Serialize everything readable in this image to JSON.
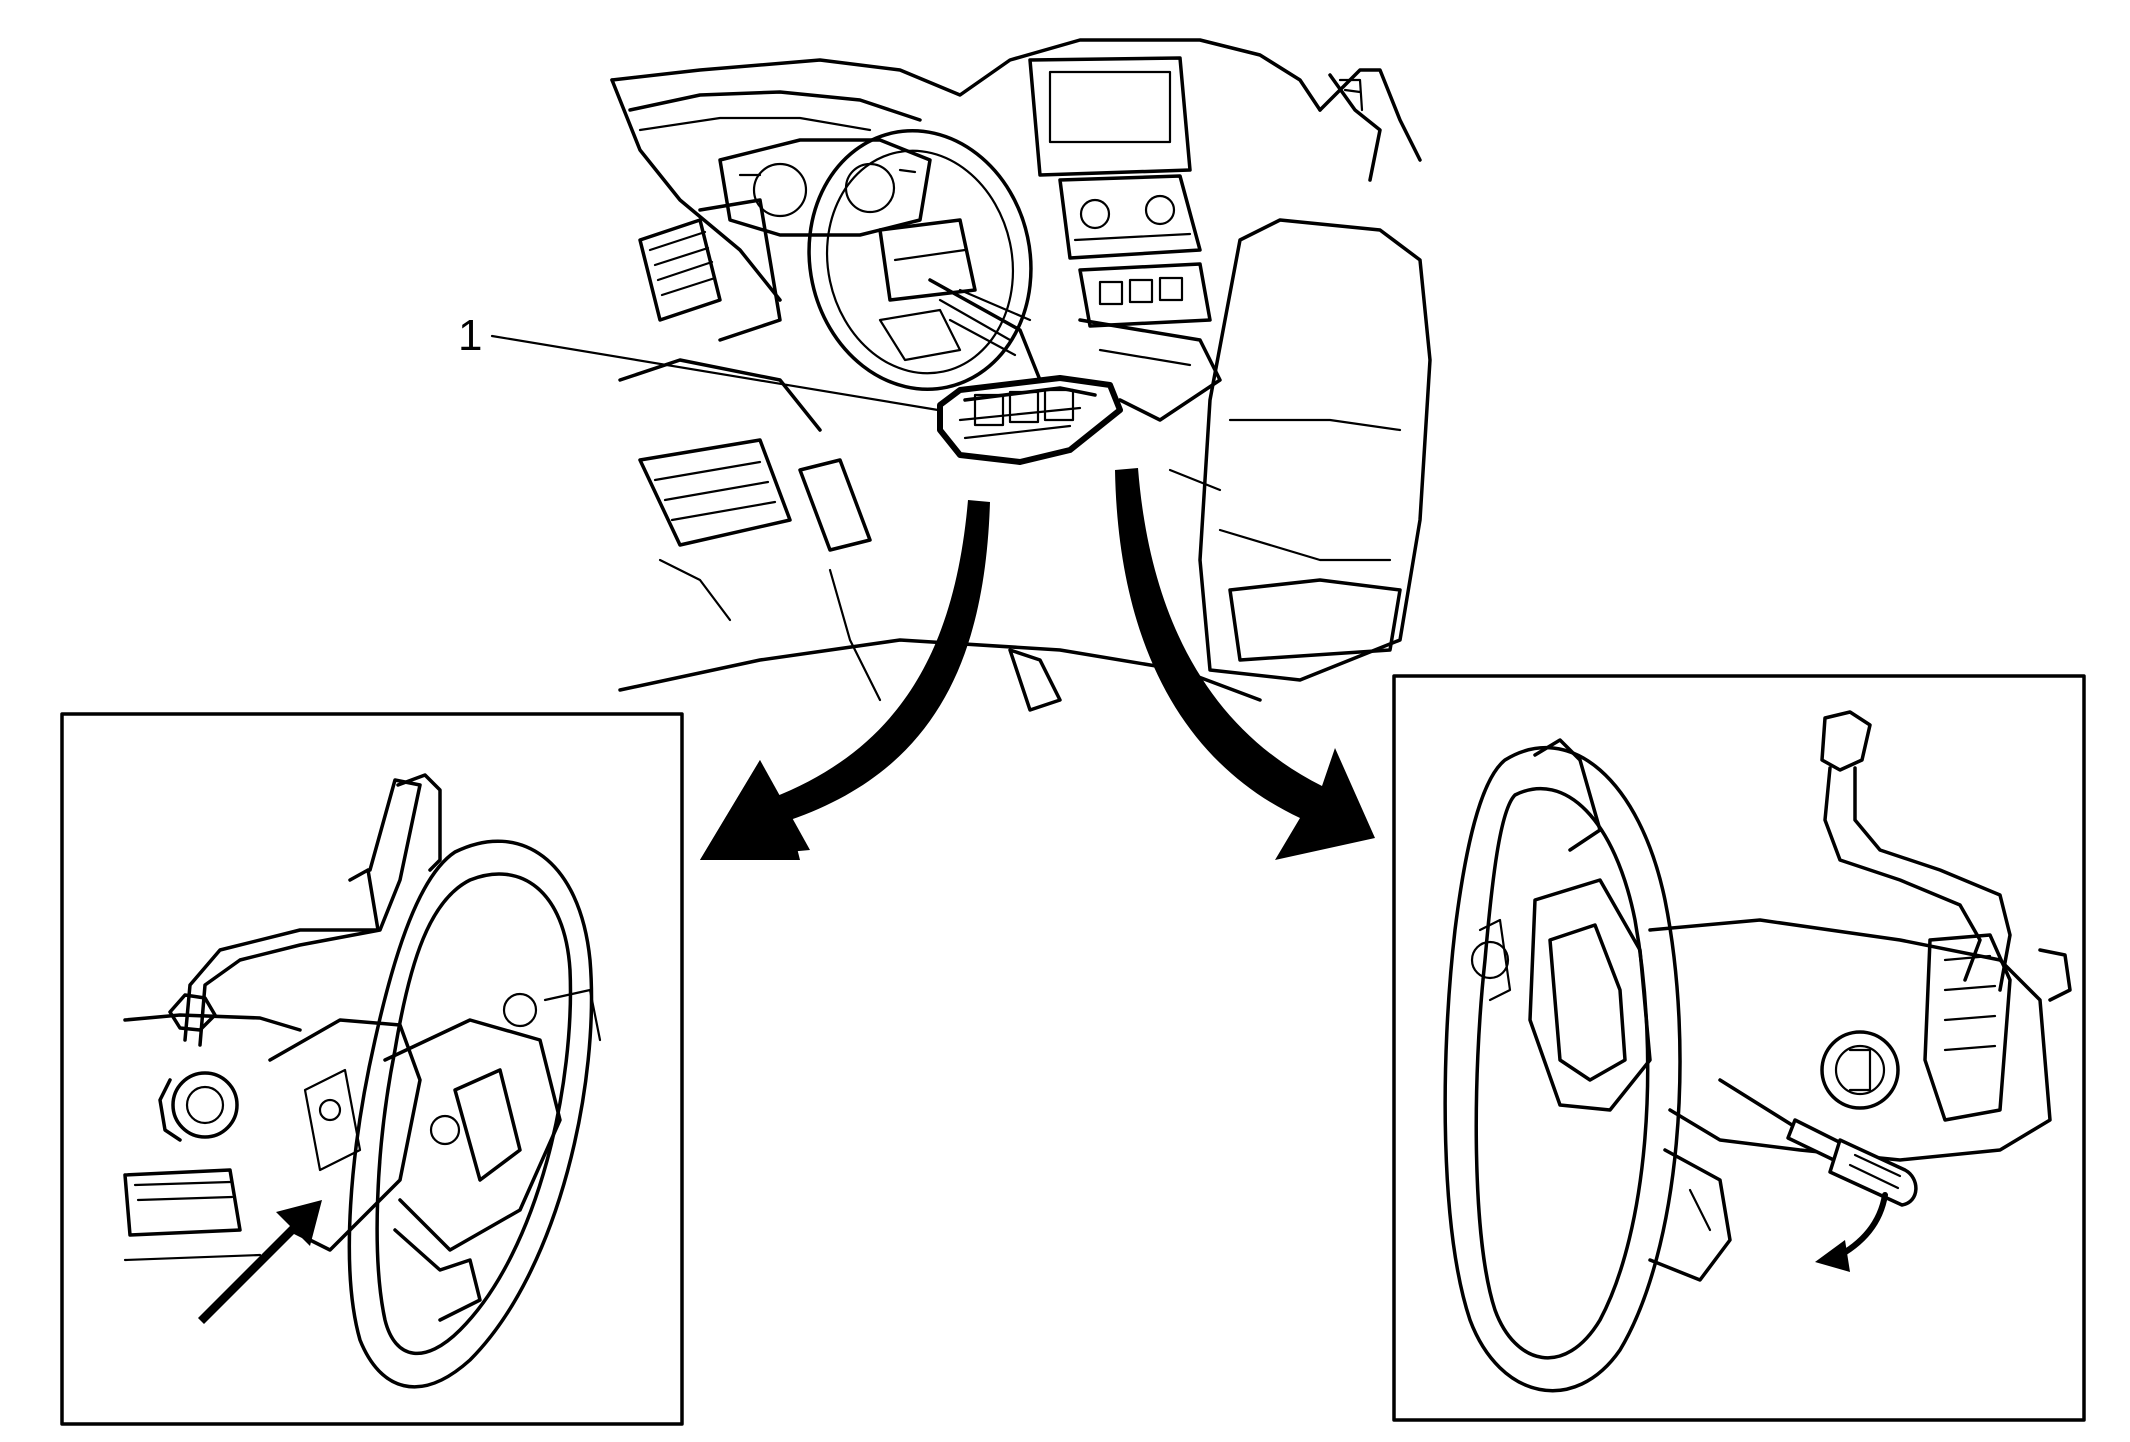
{
  "diagram": {
    "callout_number": "1",
    "panels": [
      {
        "id": "left-detail",
        "icon": "push-arrow-icon"
      },
      {
        "id": "right-detail",
        "icon": "screwdriver-icon"
      }
    ],
    "connectors": [
      "curved-arrow-left",
      "curved-arrow-right"
    ],
    "line_color": "#000000",
    "background": "#ffffff"
  }
}
